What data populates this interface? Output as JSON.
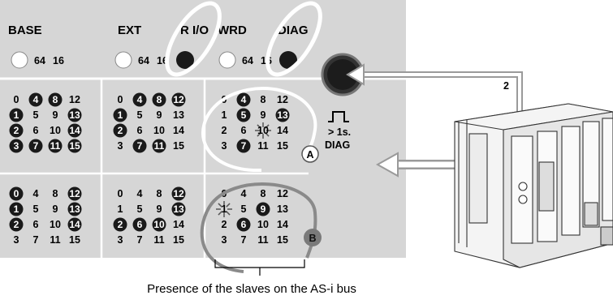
{
  "panel": {
    "headers": {
      "base": "BASE",
      "ext": "EXT",
      "rio": "R I/O",
      "wrd": "WRD",
      "diag": "DIAG"
    },
    "indicator_row": {
      "v64": "64",
      "v16": "16"
    },
    "diag_note": {
      "line1": "> 1s.",
      "line2": "DIAG"
    },
    "markers": {
      "a": "A",
      "b": "B"
    },
    "blocks": [
      {
        "rows": [
          [
            "0",
            "4",
            "8",
            "12"
          ],
          [
            "1",
            "5",
            "9",
            "13"
          ],
          [
            "2",
            "6",
            "10",
            "14"
          ],
          [
            "3",
            "7",
            "11",
            "15"
          ]
        ],
        "lit": [
          [
            0,
            1,
            1,
            0
          ],
          [
            1,
            0,
            0,
            1
          ],
          [
            1,
            0,
            0,
            1
          ],
          [
            1,
            1,
            1,
            1
          ]
        ]
      },
      {
        "rows": [
          [
            "0",
            "4",
            "8",
            "12"
          ],
          [
            "1",
            "5",
            "9",
            "13"
          ],
          [
            "2",
            "6",
            "10",
            "14"
          ],
          [
            "3",
            "7",
            "11",
            "15"
          ]
        ],
        "lit": [
          [
            0,
            1,
            1,
            1
          ],
          [
            1,
            0,
            0,
            0
          ],
          [
            1,
            0,
            0,
            0
          ],
          [
            0,
            1,
            1,
            0
          ]
        ]
      },
      {
        "rows": [
          [
            "0",
            "4",
            "8",
            "12"
          ],
          [
            "1",
            "5",
            "9",
            "13"
          ],
          [
            "2",
            "6",
            "10",
            "14"
          ],
          [
            "3",
            "7",
            "11",
            "15"
          ]
        ],
        "lit": [
          [
            0,
            1,
            0,
            0
          ],
          [
            0,
            1,
            0,
            1
          ],
          [
            0,
            0,
            2,
            0
          ],
          [
            0,
            1,
            0,
            0
          ]
        ]
      },
      {
        "rows": [
          [
            "0",
            "4",
            "8",
            "12"
          ],
          [
            "1",
            "5",
            "9",
            "13"
          ],
          [
            "2",
            "6",
            "10",
            "14"
          ],
          [
            "3",
            "7",
            "11",
            "15"
          ]
        ],
        "lit": [
          [
            1,
            0,
            0,
            1
          ],
          [
            1,
            0,
            0,
            1
          ],
          [
            1,
            0,
            0,
            1
          ],
          [
            0,
            0,
            0,
            0
          ]
        ]
      },
      {
        "rows": [
          [
            "0",
            "4",
            "8",
            "12"
          ],
          [
            "1",
            "5",
            "9",
            "13"
          ],
          [
            "2",
            "6",
            "10",
            "14"
          ],
          [
            "3",
            "7",
            "11",
            "15"
          ]
        ],
        "lit": [
          [
            0,
            0,
            0,
            1
          ],
          [
            0,
            0,
            0,
            1
          ],
          [
            1,
            1,
            1,
            0
          ],
          [
            0,
            0,
            0,
            0
          ]
        ]
      },
      {
        "rows": [
          [
            "0",
            "4",
            "8",
            "12"
          ],
          [
            "1",
            "5",
            "9",
            "13"
          ],
          [
            "2",
            "6",
            "10",
            "14"
          ],
          [
            "3",
            "7",
            "11",
            "15"
          ]
        ],
        "lit": [
          [
            0,
            0,
            0,
            0
          ],
          [
            2,
            0,
            1,
            0
          ],
          [
            0,
            1,
            0,
            0
          ],
          [
            0,
            0,
            0,
            0
          ]
        ]
      }
    ]
  },
  "callout_number": "2",
  "caption": "Presence of the slaves on the AS-i bus",
  "colors": {
    "panel": "#d6d6d6",
    "led_on": "#1a1a1a",
    "arrow": "#9a9a9a"
  }
}
